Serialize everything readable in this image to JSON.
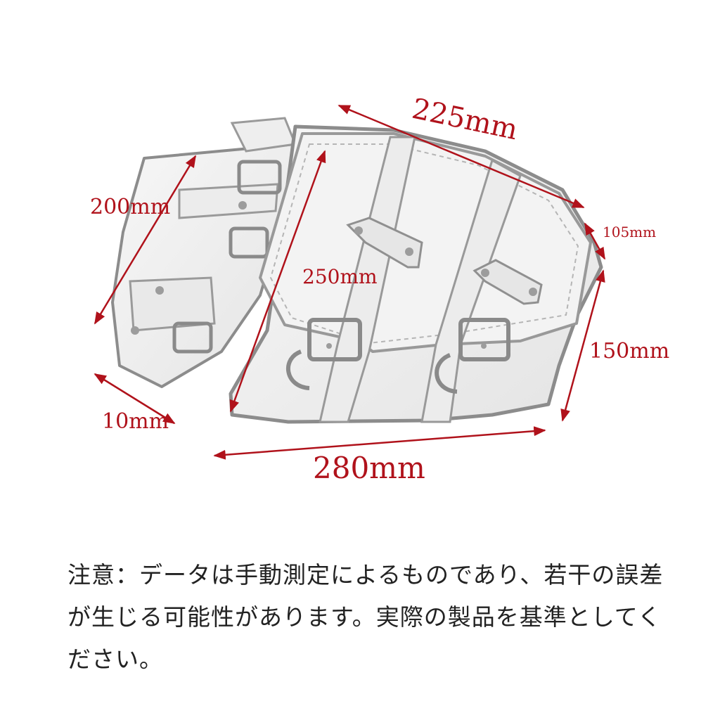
{
  "dimensions": {
    "top_length": "225mm",
    "upper_left": "200mm",
    "middle_diagonal": "250mm",
    "right_top_small": "105mm",
    "right_side": "150mm",
    "bottom_left_depth": "10mm",
    "bottom_length": "280mm"
  },
  "colors": {
    "dimension_line": "#b0121b",
    "bag_fill": "#f1f1f1",
    "bag_outline": "#8c8c8c"
  },
  "note": {
    "lines": [
      "注意：データは手動測定によるものであり、若干の誤差",
      "が生じる可能性があります。実際の製品を基準としてく",
      "ださい。"
    ]
  }
}
